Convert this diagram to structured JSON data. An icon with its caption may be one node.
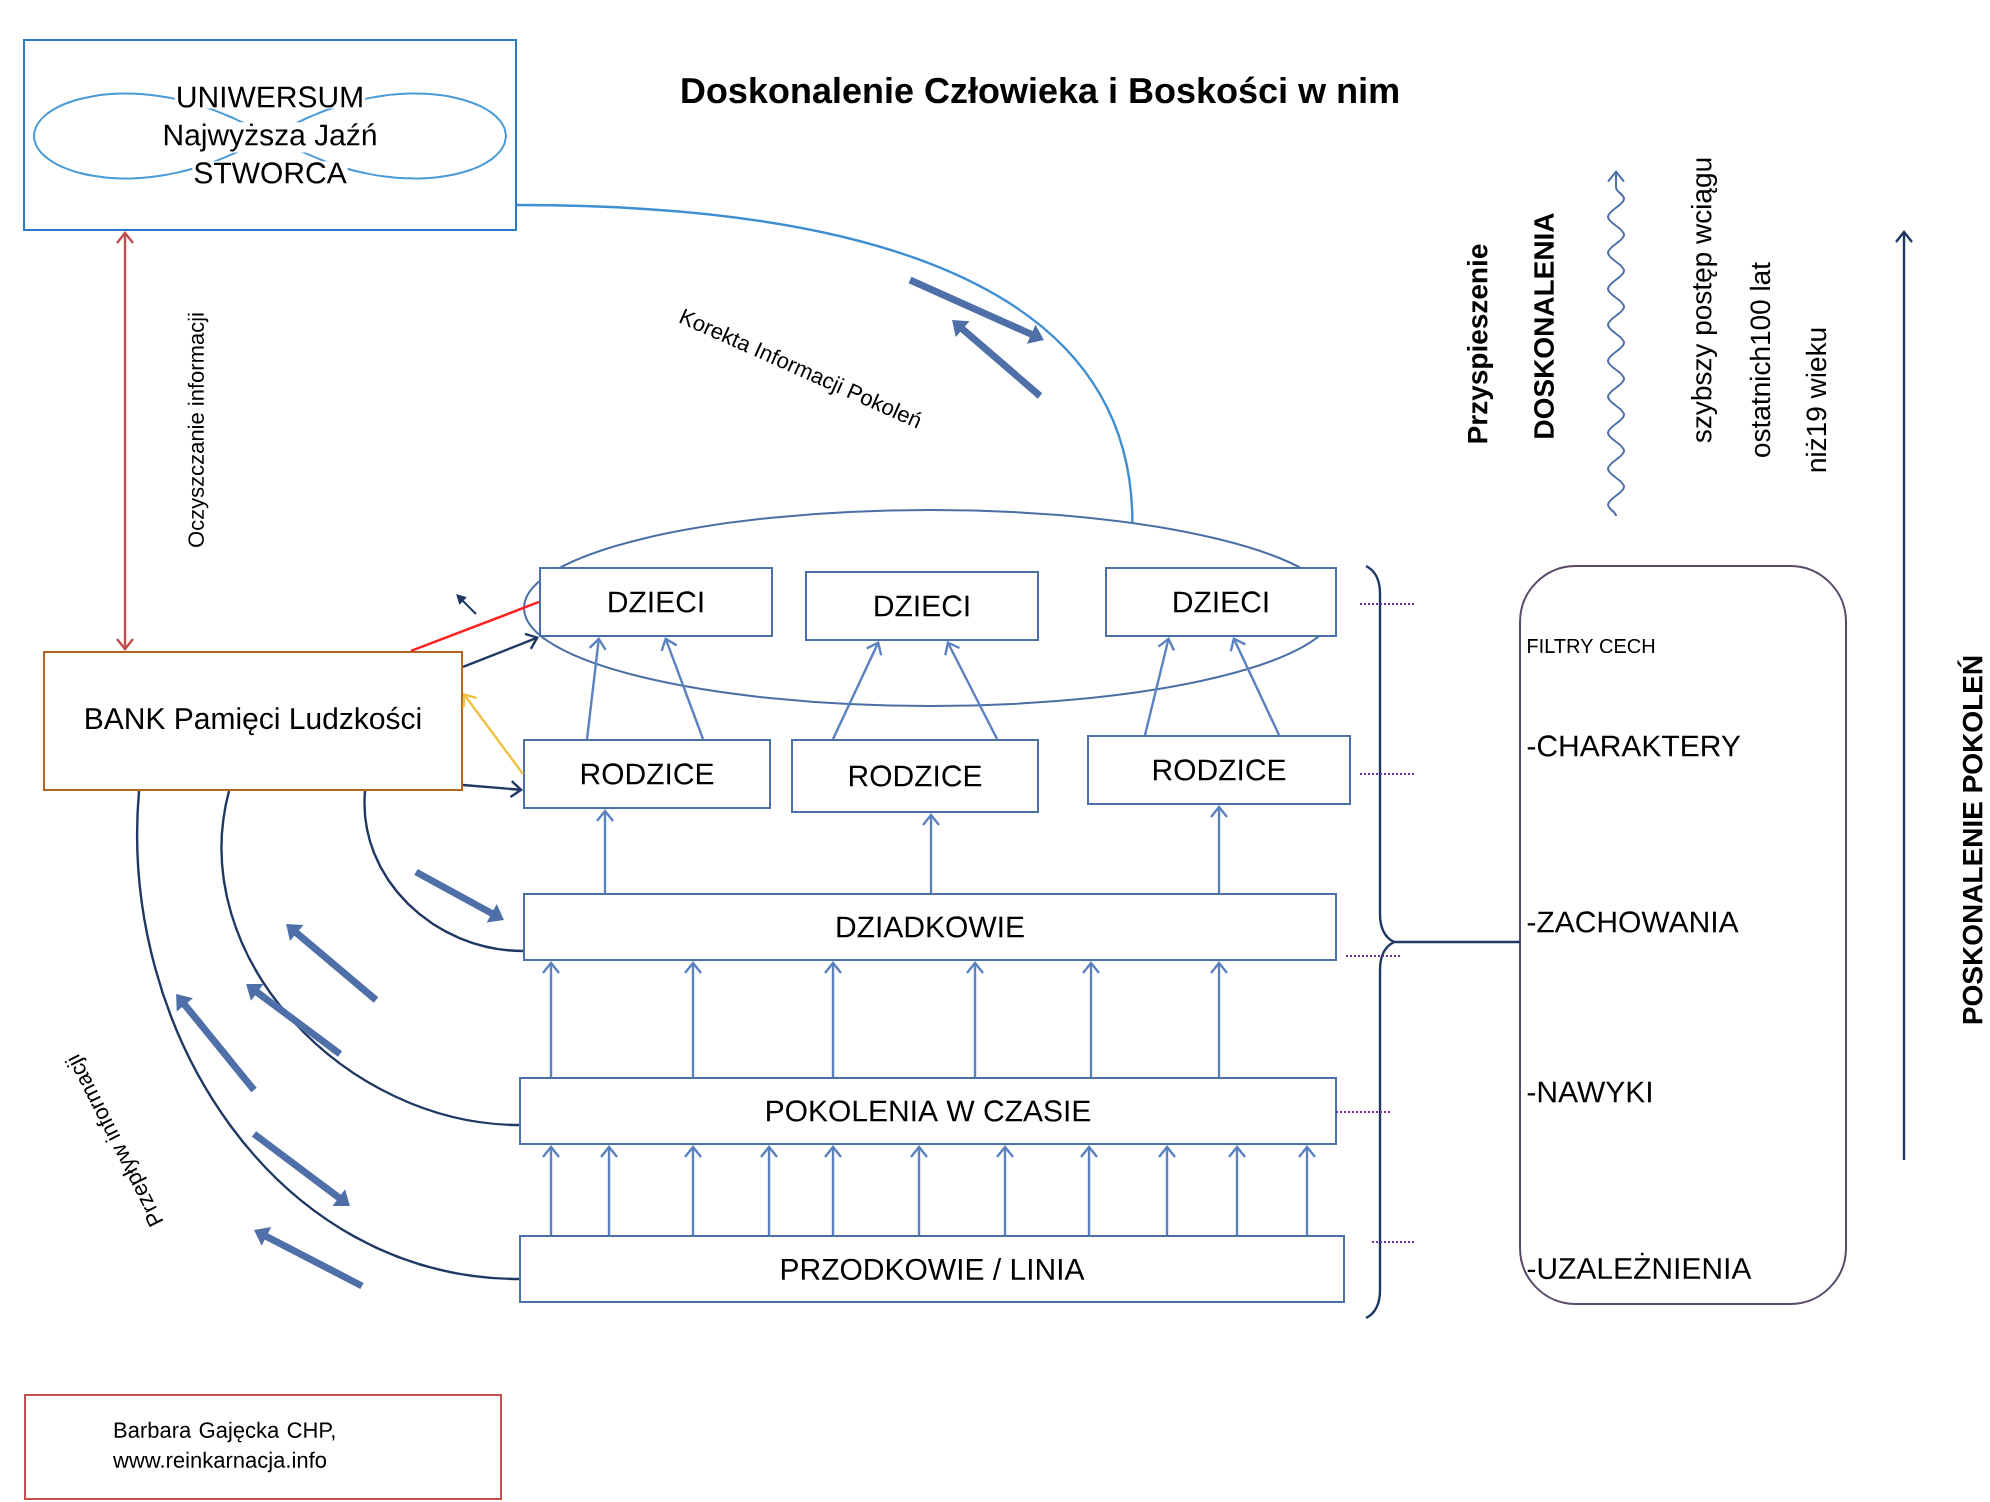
{
  "diagram": {
    "title": "Doskonalenie Człowieka i Boskości w nim",
    "nodes": [
      {
        "text": [
          "UNIWERSUM",
          "Najwyższa Jaźń",
          "STWORCA"
        ]
      },
      {
        "text": [
          "BANK Pamięci Ludzkości"
        ]
      },
      {
        "text": [],
        "shape": "ellipse"
      },
      {
        "text": [
          "DZIECI"
        ],
        "in": 2
      },
      {
        "text": [
          "DZIECI"
        ],
        "in": 2
      },
      {
        "text": [
          "DZIECI"
        ],
        "in": 2
      },
      {
        "text": [
          "RODZICE"
        ]
      },
      {
        "text": [
          "RODZICE"
        ]
      },
      {
        "text": [
          "RODZICE"
        ]
      },
      {
        "text": [
          "DZIADKOWIE"
        ]
      },
      {
        "text": [
          "POKOLENIA W CZASIE"
        ]
      },
      {
        "text": [
          "PRZODKOWIE / LINIA"
        ]
      },
      {
        "text": [
          "FILTRY CECH",
          "-CHARAKTERY",
          "-ZACHOWANIA",
          "-NAWYKI",
          "-UZALEŻNIENIA"
        ]
      },
      {
        "text": [
          "Barbara Gajęcka CHP, www.reinkarnacja.info"
        ]
      }
    ],
    "edges": [
      {
        "from": 0,
        "to": 1,
        "arrow": "both",
        "color": "#c0504d",
        "label": "Oczyszczanie informacji"
      },
      {
        "from": 0,
        "to": 2,
        "arrow": "none",
        "color": "#3f8fd0",
        "label": "Korekta Informacji Pokoleń"
      },
      {
        "from": 1,
        "to": 3,
        "arrow": "none",
        "color": "#ff2020"
      },
      {
        "from": 6,
        "to": 1,
        "arrow": "to",
        "color": "#f0c040"
      },
      {
        "from": 6,
        "to": 3,
        "arrow": "to"
      },
      {
        "from": 6,
        "to": 3,
        "arrow": "to"
      },
      {
        "from": 7,
        "to": 4,
        "arrow": "to"
      },
      {
        "from": 7,
        "to": 4,
        "arrow": "to"
      },
      {
        "from": 8,
        "to": 5,
        "arrow": "to"
      },
      {
        "from": 8,
        "to": 5,
        "arrow": "to"
      },
      {
        "from": 9,
        "to": 6,
        "arrow": "to"
      },
      {
        "from": 9,
        "to": 7,
        "arrow": "to"
      },
      {
        "from": 9,
        "to": 8,
        "arrow": "to"
      },
      {
        "from": 10,
        "to": 9,
        "arrow": "to"
      },
      {
        "from": 10,
        "to": 9,
        "arrow": "to"
      },
      {
        "from": 10,
        "to": 9,
        "arrow": "to"
      },
      {
        "from": 10,
        "to": 9,
        "arrow": "to"
      },
      {
        "from": 10,
        "to": 9,
        "arrow": "to"
      },
      {
        "from": 10,
        "to": 9,
        "arrow": "to"
      },
      {
        "from": 11,
        "to": 10,
        "arrow": "to"
      },
      {
        "from": 11,
        "to": 10,
        "arrow": "to"
      },
      {
        "from": 11,
        "to": 10,
        "arrow": "to"
      },
      {
        "from": 11,
        "to": 10,
        "arrow": "to"
      },
      {
        "from": 11,
        "to": 10,
        "arrow": "to"
      },
      {
        "from": 11,
        "to": 10,
        "arrow": "to"
      },
      {
        "from": 11,
        "to": 10,
        "arrow": "to"
      },
      {
        "from": 11,
        "to": 10,
        "arrow": "to"
      },
      {
        "from": 11,
        "to": 10,
        "arrow": "to"
      },
      {
        "from": 11,
        "to": 10,
        "arrow": "to"
      },
      {
        "from": 11,
        "to": 10,
        "arrow": "to"
      },
      {
        "from": 1,
        "to": 9,
        "arrow": "none",
        "color": "#1f3864"
      },
      {
        "from": 1,
        "to": 10,
        "arrow": "none",
        "color": "#1f3864"
      },
      {
        "from": 1,
        "to": 11,
        "arrow": "none",
        "color": "#1f3864"
      },
      {
        "from": 1,
        "to": 3,
        "arrow": "to",
        "color": "#1f3864"
      },
      {
        "from": 1,
        "to": 6,
        "arrow": "to",
        "color": "#1f3864"
      }
    ],
    "labels": [
      "Przepływ informacji",
      "Przyspieszenie",
      "DOSKONALENIA",
      "szybszy postęp wciągu",
      "ostatnich100 lat",
      "niż19 wieku",
      "POSKONALENIE POKOLEŃ"
    ]
  }
}
